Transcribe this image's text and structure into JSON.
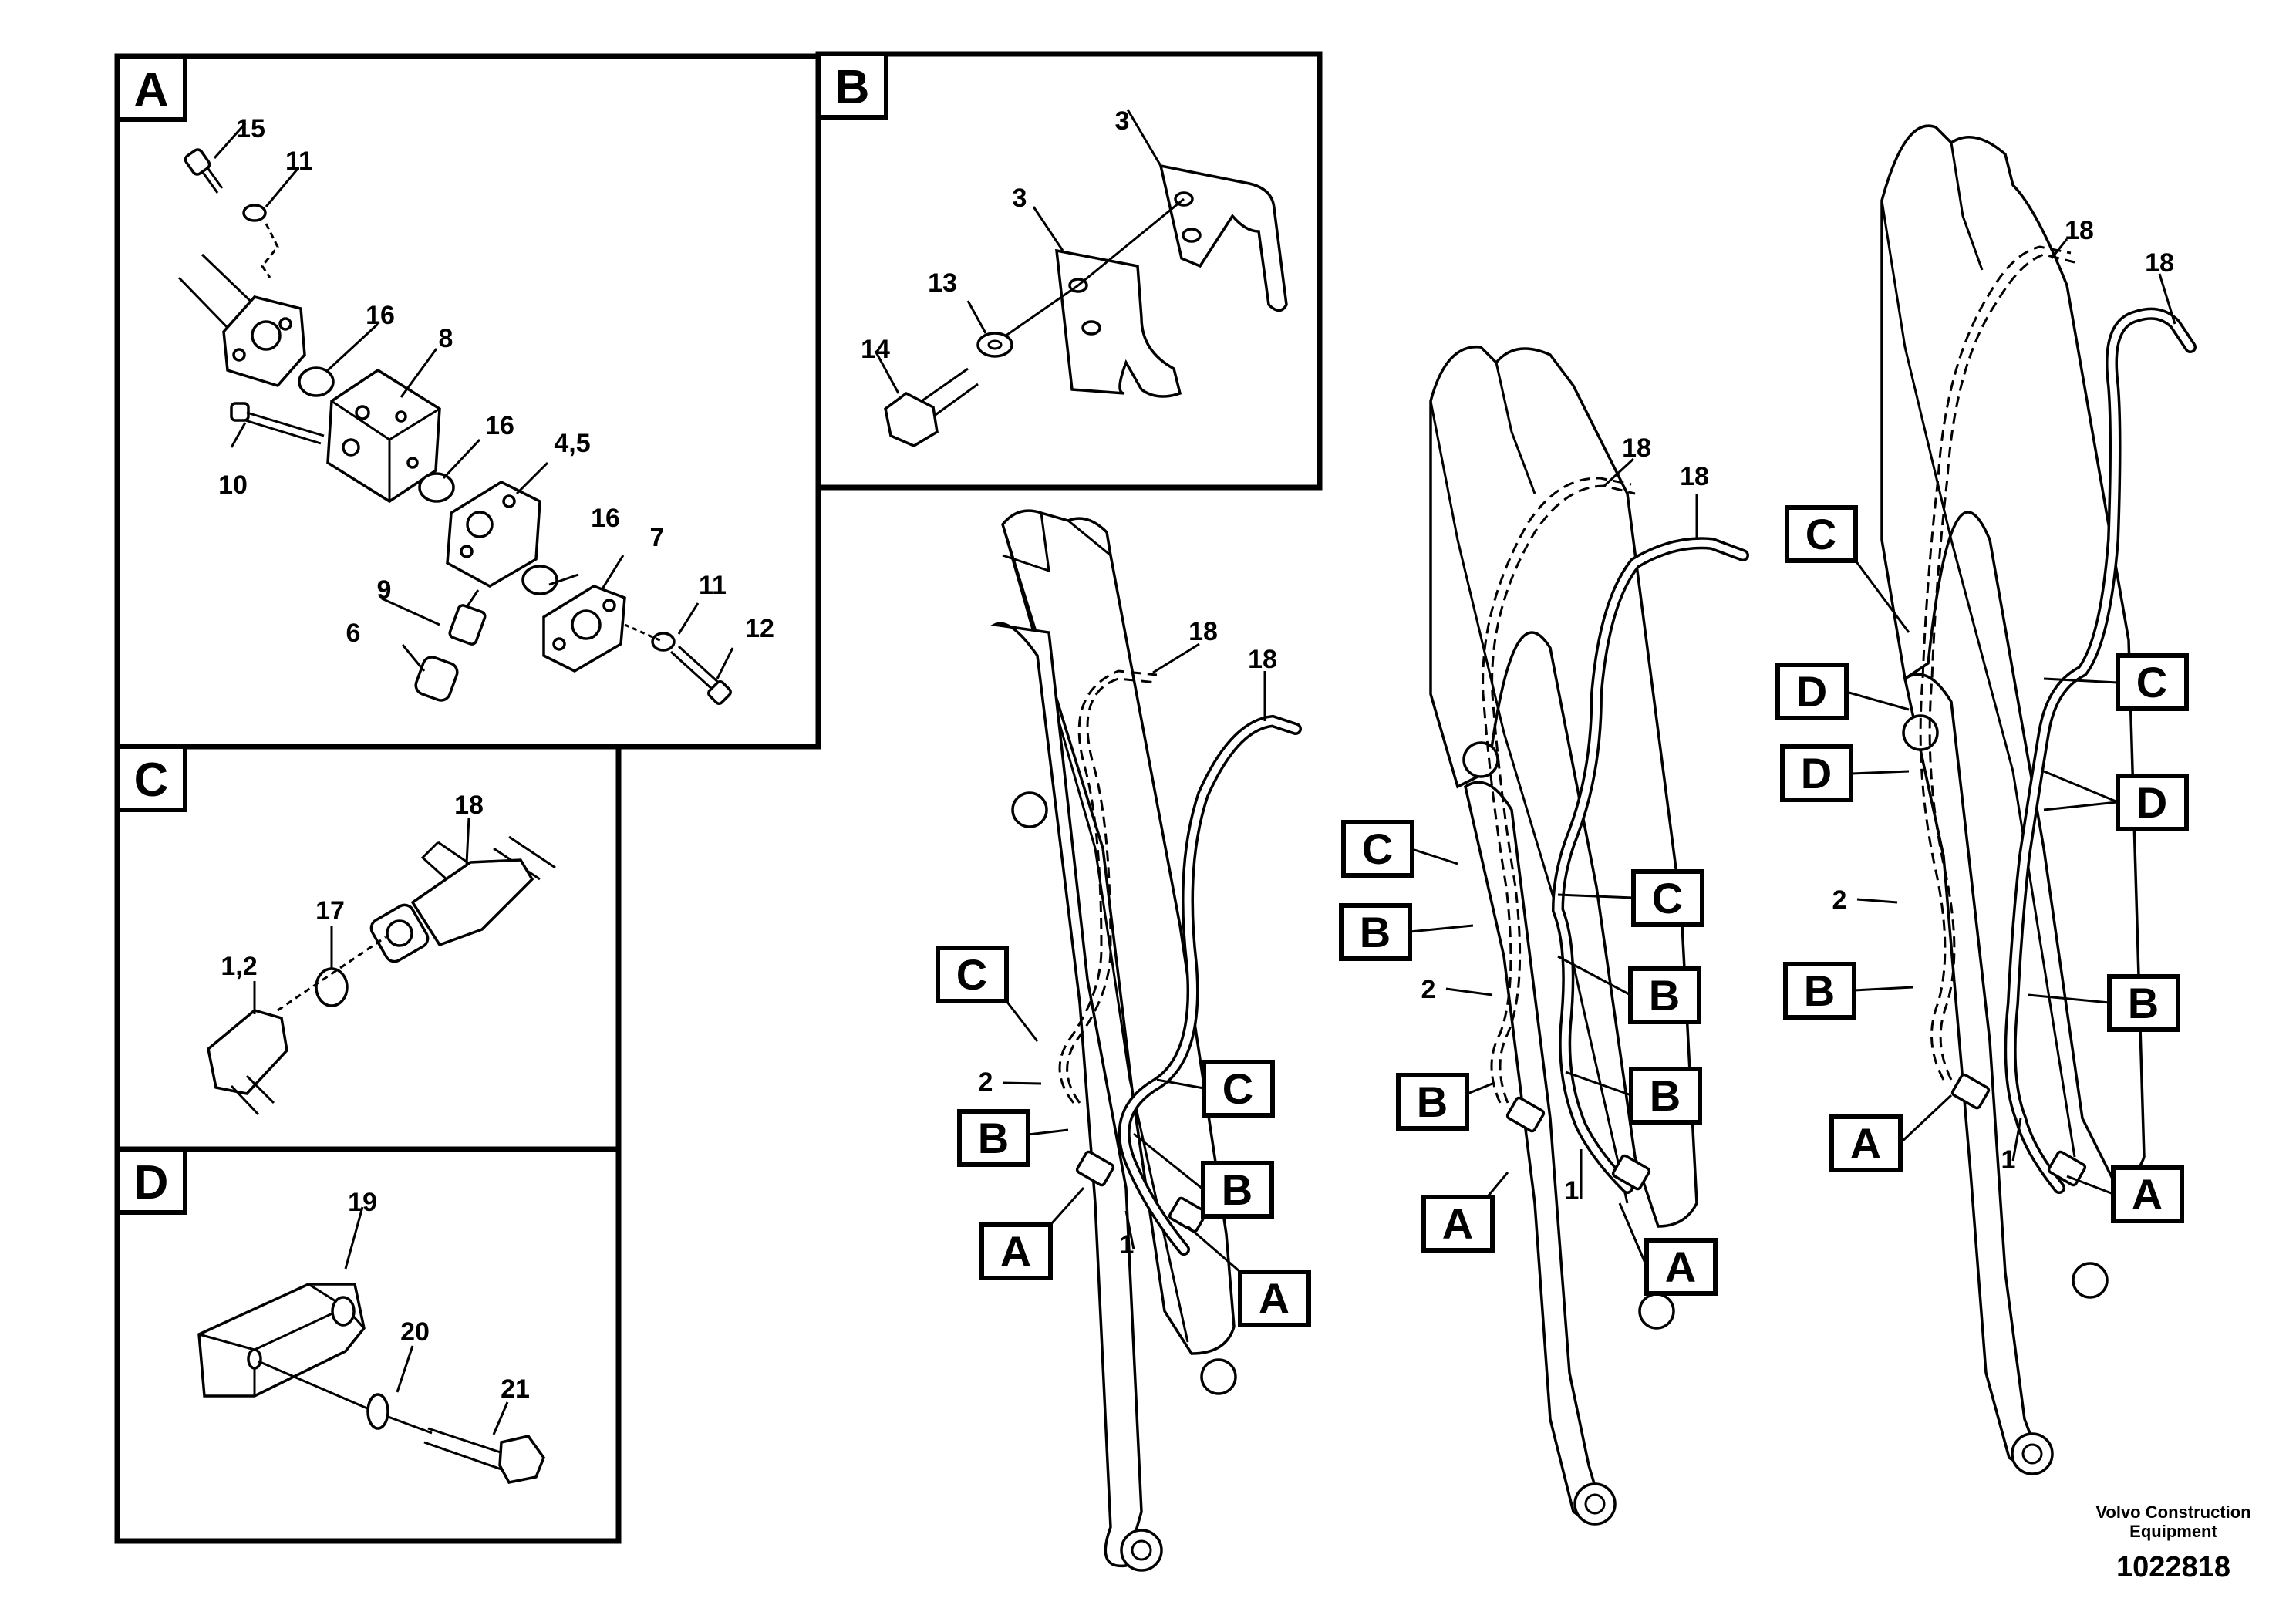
{
  "panels": {
    "A": {
      "title": "A",
      "callouts": [
        "15",
        "11",
        "16",
        "8",
        "10",
        "16",
        "4,5",
        "16",
        "7",
        "9",
        "11",
        "6",
        "12"
      ]
    },
    "B": {
      "title": "B",
      "callouts": [
        "3",
        "3",
        "13",
        "14"
      ]
    },
    "C": {
      "title": "C",
      "callouts": [
        "18",
        "17",
        "1,2"
      ]
    },
    "D": {
      "title": "D",
      "callouts": [
        "19",
        "20",
        "21"
      ]
    }
  },
  "booms": {
    "left": {
      "hose_labels": [
        "18",
        "18",
        "2",
        "1"
      ],
      "boxes": [
        "C",
        "C",
        "B",
        "B",
        "A",
        "A"
      ]
    },
    "middle": {
      "hose_labels": [
        "18",
        "18",
        "2",
        "1"
      ],
      "boxes": [
        "C",
        "C",
        "B",
        "B",
        "B",
        "A",
        "A"
      ]
    },
    "right": {
      "hose_labels": [
        "18",
        "18",
        "2",
        "1"
      ],
      "boxes": [
        "C",
        "C",
        "D",
        "D",
        "D",
        "B",
        "B",
        "A",
        "A"
      ]
    }
  },
  "footer": {
    "company_line1": "Volvo Construction",
    "company_line2": "Equipment",
    "doc_number": "1022818"
  }
}
